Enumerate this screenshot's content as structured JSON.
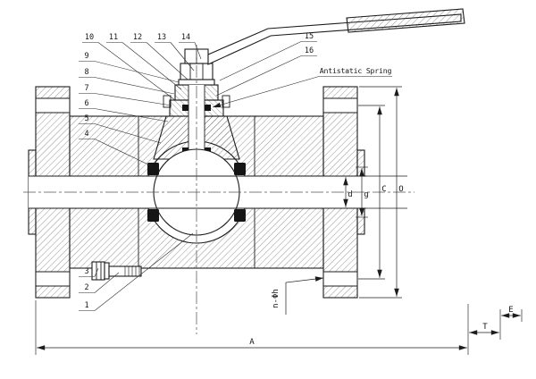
{
  "drawing": {
    "description": "Ball valve sectional assembly drawing with lever handle",
    "annotation_antistatic": "Antistatic Spring",
    "callouts_top": [
      "10",
      "11",
      "12",
      "13",
      "14"
    ],
    "callouts_upper_right": [
      "15",
      "16"
    ],
    "callouts_left": [
      "9",
      "8",
      "7",
      "6",
      "5",
      "4"
    ],
    "callouts_lower_left": [
      "3",
      "2",
      "1"
    ],
    "dims": {
      "d": "d",
      "g": "g",
      "c": "C",
      "o": "O",
      "n_holes": "n-Φh",
      "e": "E",
      "t": "T",
      "a": "A"
    },
    "colors": {
      "ink": "#1c1c1c",
      "paper": "#ffffff",
      "hatch": "#4d4d4d"
    }
  }
}
